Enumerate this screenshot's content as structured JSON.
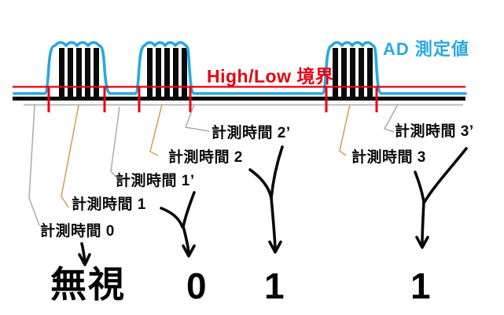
{
  "figure": {
    "signal_label": "AD 測定値",
    "threshold_label": "High/Low 境界"
  },
  "colors": {
    "signal_blue": "#29A8DF",
    "threshold_red": "#E60012",
    "leader_high_orange": "#D49A5A",
    "leader_low_gray": "#ABABAB",
    "ink_black": "#0A0A0A"
  },
  "measurements": {
    "t0": "計測時間 0",
    "t1": "計測時間 1",
    "t1p": "計測時間 1’",
    "t2": "計測時間 2",
    "t2p": "計測時間 2’",
    "t3": "計測時間 3",
    "t3p": "計測時間 3’"
  },
  "results": {
    "r0": "無視",
    "r1": "0",
    "r2": "1",
    "r3": "1"
  }
}
